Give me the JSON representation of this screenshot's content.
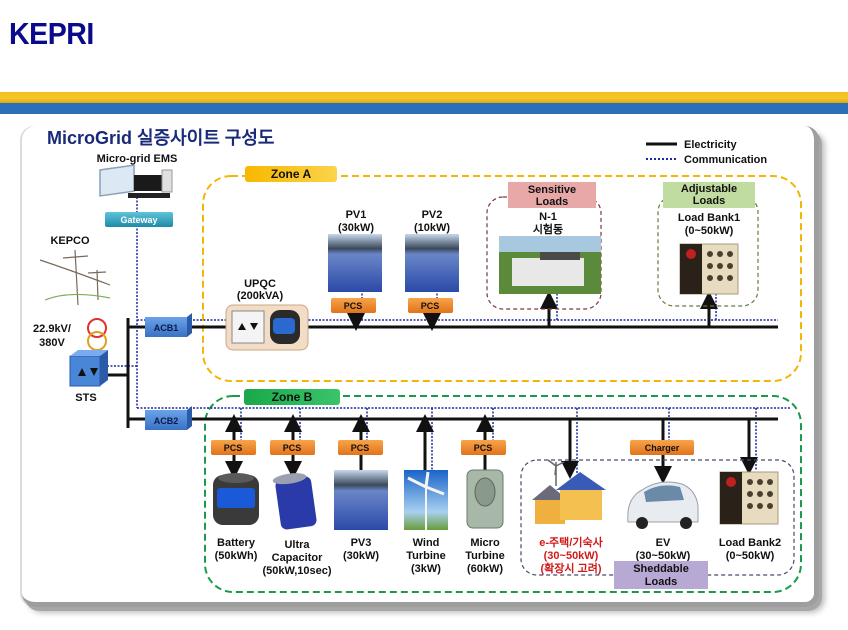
{
  "header": {
    "brand": "KEPRI"
  },
  "diagram": {
    "title": "MicroGrid 실증사이트 구성도",
    "legend": {
      "electricity": "Electricity",
      "communication": "Communication"
    },
    "ems": {
      "label": "Micro-grid EMS",
      "gateway": "Gateway"
    },
    "grid": {
      "kepco": "KEPCO",
      "transformer_line1": "22.9kV/",
      "transformer_line2": "380V",
      "sts": "STS",
      "acb1": "ACB1",
      "acb2": "ACB2"
    },
    "zone_a": {
      "label": "Zone A",
      "upqc_name": "UPQC",
      "upqc_rating": "(200kVA)",
      "pv1_name": "PV1",
      "pv1_rating": "(30kW)",
      "pv2_name": "PV2",
      "pv2_rating": "(10kW)",
      "pcs": "PCS",
      "sensitive_loads_line1": "Sensitive",
      "sensitive_loads_line2": "Loads",
      "n1_line1": "N-1",
      "n1_line2": "시험동",
      "adjustable_loads_line1": "Adjustable",
      "adjustable_loads_line2": "Loads",
      "loadbank1_name": "Load Bank1",
      "loadbank1_rating": "(0~50kW)"
    },
    "zone_b": {
      "label": "Zone B",
      "pcs": "PCS",
      "charger": "Charger",
      "battery_name": "Battery",
      "battery_rating": "(50kWh)",
      "ucap_line1": "Ultra",
      "ucap_line2": "Capacitor",
      "ucap_line3": "(50kW,10sec)",
      "pv3_name": "PV3",
      "pv3_rating": "(30kW)",
      "wind_line1": "Wind",
      "wind_line2": "Turbine",
      "wind_line3": "(3kW)",
      "micro_line1": "Micro",
      "micro_line2": "Turbine",
      "micro_line3": "(60kW)",
      "ehouse_line1": "e-주택/기숙사",
      "ehouse_line2": "(30~50kW)",
      "ehouse_line3": "(확장시 고려)",
      "ev_name": "EV",
      "ev_rating": "(30~50kW)",
      "loadbank2_name": "Load Bank2",
      "loadbank2_rating": "(0~50kW)",
      "sheddable_line1": "Sheddable",
      "sheddable_line2": "Loads"
    },
    "colors": {
      "title_blue": "#1a2a7a",
      "zone_a": "#f2b705",
      "zone_b": "#1a9a4a",
      "comm_line": "#1a2aa0",
      "pcs_orange": "#f08a24",
      "acb_blue": "#4a86d8",
      "ehouse_red": "#d01a1a"
    }
  }
}
